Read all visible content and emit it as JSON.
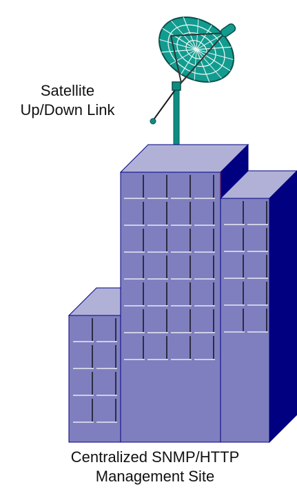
{
  "labels": {
    "satellite_line1": "Satellite",
    "satellite_line2": "Up/Down Link",
    "site_line1": "Centralized SNMP/HTTP",
    "site_line2": "Management Site"
  },
  "colors": {
    "building_front": "#7f7fbf",
    "building_top": "#b1b1d8",
    "building_side": "#000080",
    "dish_fill": "#129c90",
    "mast": "#0f8c82",
    "window_line": "#000000",
    "floor_line": "#ffffff"
  },
  "icons": [
    "satellite-dish-icon",
    "building-icon"
  ]
}
